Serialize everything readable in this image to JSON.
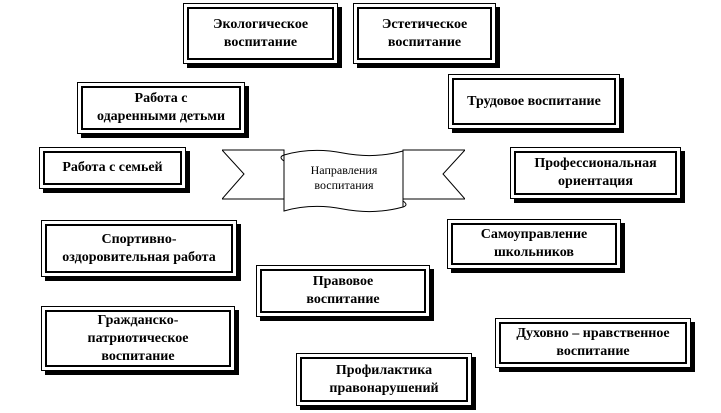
{
  "center": {
    "text": "Направления\nвоспитания"
  },
  "nodes": {
    "ecological": "Экологическое\nвоспитание",
    "aesthetic": "Эстетическое\nвоспитание",
    "gifted": "Работа с\nодаренными детьми",
    "labor": "Трудовое воспитание",
    "family": "Работа с семьей",
    "professional": "Профессиональная\nориентация",
    "sport": "Спортивно-\nоздоровительная работа",
    "selfgov": "Самоуправление\nшкольников",
    "legal": "Правовое\nвоспитание",
    "patriotic": "Гражданско-\nпатриотическое\nвоспитание",
    "spiritual": "Духовно – нравственное\nвоспитание",
    "prevention": "Профилактика\nправонарушений"
  }
}
